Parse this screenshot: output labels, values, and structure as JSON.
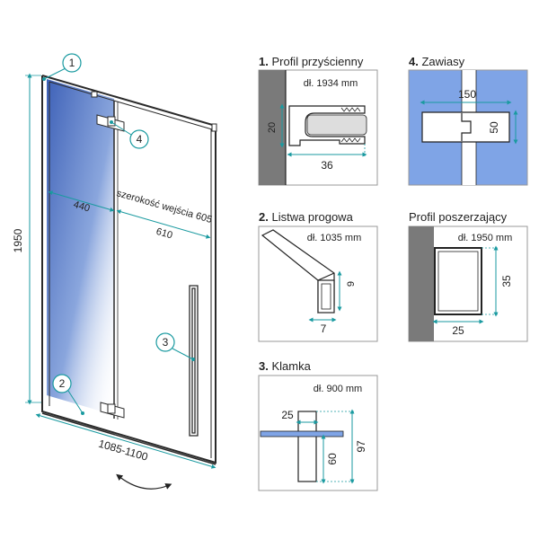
{
  "colors": {
    "frame": "#2a2a2a",
    "glass_blue": "#4a6fc0",
    "wall_gray": "#7a7a7a",
    "hinge_blue": "#7fa4e6",
    "dimension": "#1a9aa0"
  },
  "main": {
    "height": "1950",
    "fixed_width": "440",
    "entrance_label": "szerokość wejścia 605",
    "door_width": "610",
    "total_width": "1085-1100",
    "callouts": [
      "1",
      "2",
      "3",
      "4"
    ]
  },
  "panels": {
    "profil_przyscienny": {
      "num": "1.",
      "title": "Profil przyścienny",
      "length": "dł. 1934 mm",
      "height": "20",
      "width": "36"
    },
    "zawiasy": {
      "num": "4.",
      "title": "Zawiasy",
      "width": "150",
      "height": "50"
    },
    "listwa_progowa": {
      "num": "2.",
      "title": "Listwa progowa",
      "length": "dł. 1035 mm",
      "height": "9",
      "width": "7"
    },
    "profil_poszerzajacy": {
      "title": "Profil poszerzający",
      "length": "dł. 1950 mm",
      "height": "35",
      "width": "25"
    },
    "klamka": {
      "num": "3.",
      "title": "Klamka",
      "length": "dł. 900 mm",
      "width": "25",
      "height_inner": "60",
      "height_total": "97"
    }
  }
}
